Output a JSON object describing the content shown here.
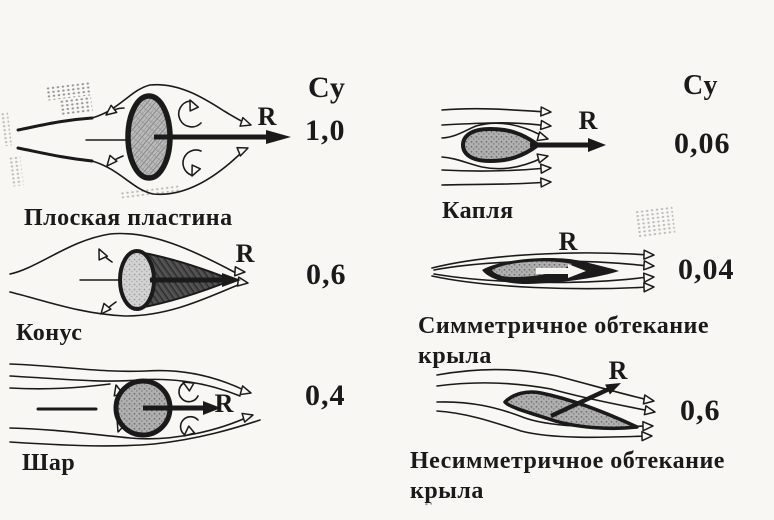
{
  "figure_type": "drag-coefficient-comparison-diagram",
  "colors": {
    "background": "#f8f7f4",
    "ink": "#1a1a1a",
    "plate_fill": "#bcbcbc",
    "cone_base_fill": "#d3d3d3",
    "cone_body_fill": "#4a4a4a",
    "body_gray_fill": "#b0b0b0",
    "airfoil_dark_fill": "#1b1b1b"
  },
  "left_column": {
    "header": "Су",
    "rows": [
      {
        "caption": "Плоская пластина",
        "coefficient": "1,0",
        "force_label": "R",
        "shape": "flat-plate"
      },
      {
        "caption": "Конус",
        "coefficient": "0,6",
        "force_label": "R",
        "shape": "cone"
      },
      {
        "caption": "Шар",
        "coefficient": "0,4",
        "force_label": "R",
        "shape": "sphere"
      }
    ]
  },
  "right_column": {
    "header": "Су",
    "rows": [
      {
        "caption": "Капля",
        "coefficient": "0,06",
        "force_label": "R",
        "shape": "droplet"
      },
      {
        "caption": "Симметричное обтекание крыла",
        "coefficient": "0,04",
        "force_label": "R",
        "shape": "symmetric-airfoil"
      },
      {
        "caption": "Несимметричное обтекание крыла",
        "coefficient": "0,6",
        "force_label": "R",
        "shape": "asymmetric-airfoil"
      }
    ]
  }
}
